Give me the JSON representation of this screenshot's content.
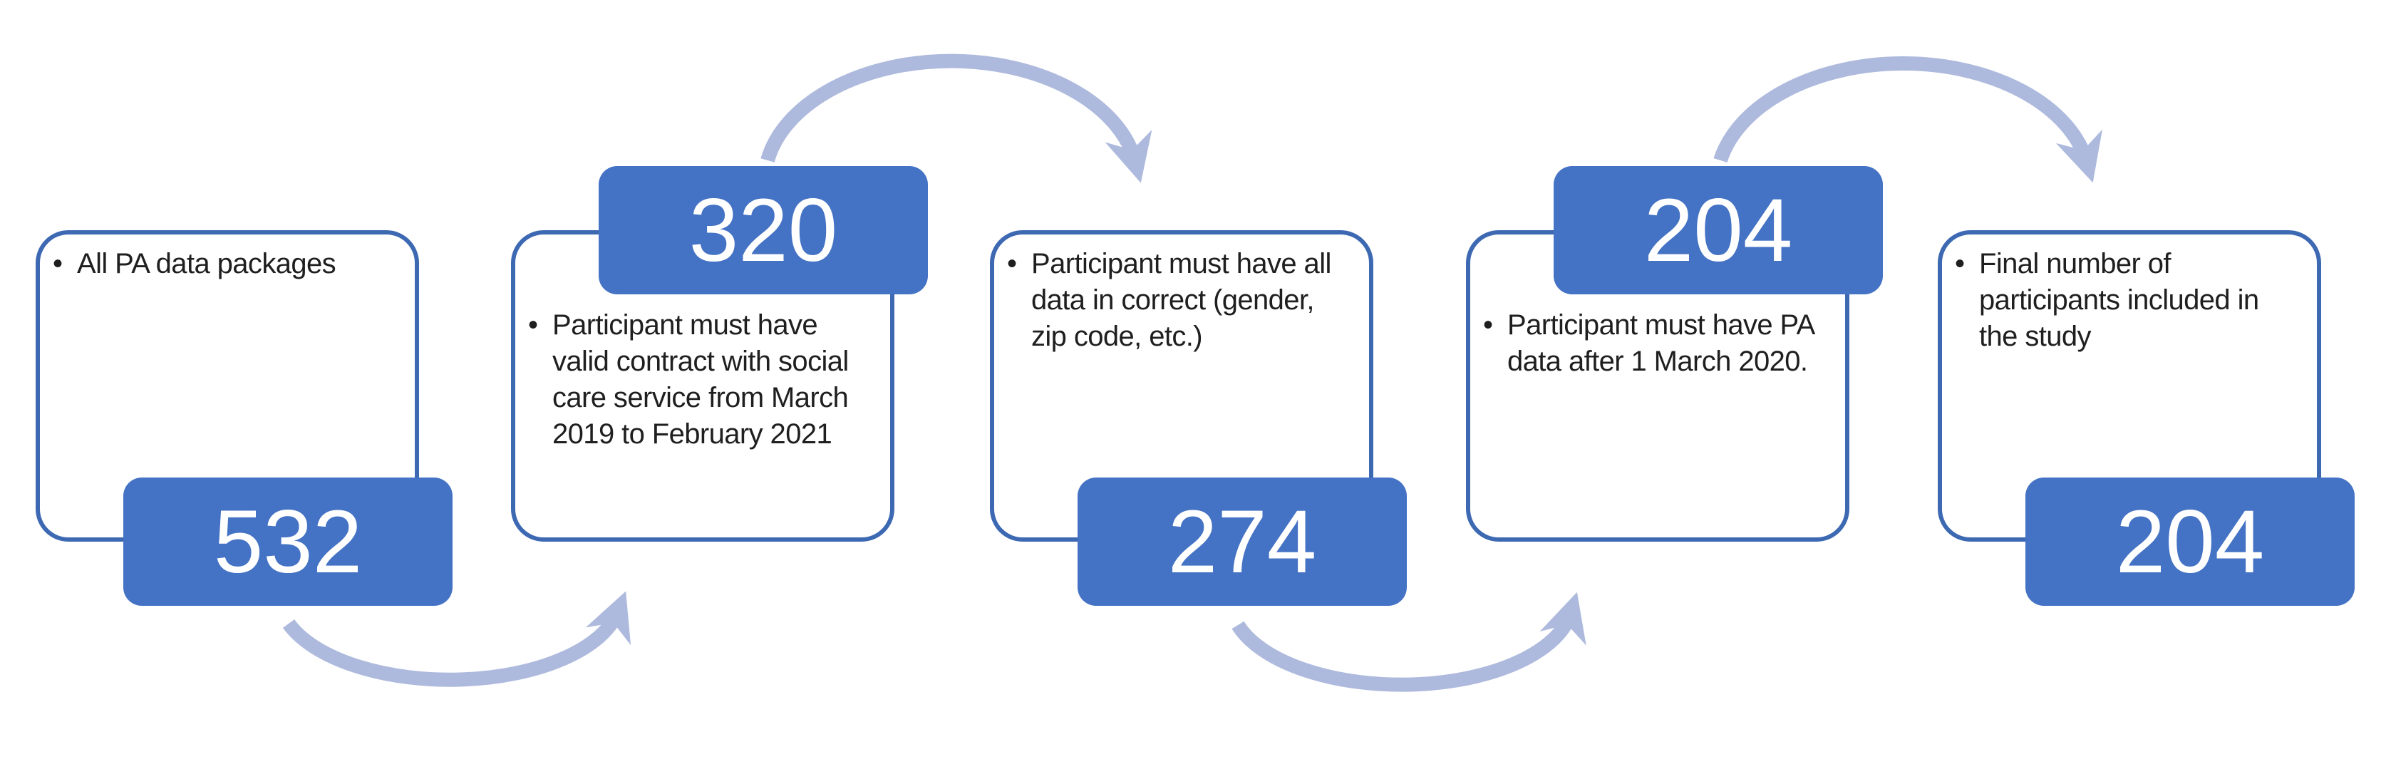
{
  "flow": {
    "bullet": "•",
    "steps": [
      {
        "number": "532",
        "description": "All PA data packages",
        "number_position": "bottom"
      },
      {
        "number": "320",
        "description": "Participant must have\nvalid contract with social\ncare service from March\n2019 to February 2021",
        "number_position": "top"
      },
      {
        "number": "274",
        "description": "Participant must have all\ndata in correct (gender,\nzip code, etc.)",
        "number_position": "bottom"
      },
      {
        "number": "204",
        "description": "Participant must have PA\ndata after 1 March 2020.",
        "number_position": "top"
      },
      {
        "number": "204",
        "description": "Final number of\nparticipants included in\nthe study",
        "number_position": "bottom"
      }
    ],
    "colors": {
      "accent_blue": "#4472c4",
      "box_border_blue": "#3d68b2",
      "arrow_light_blue": "#aebadd",
      "text_color": "#1f1f1f",
      "number_text_color": "#ffffff"
    }
  }
}
